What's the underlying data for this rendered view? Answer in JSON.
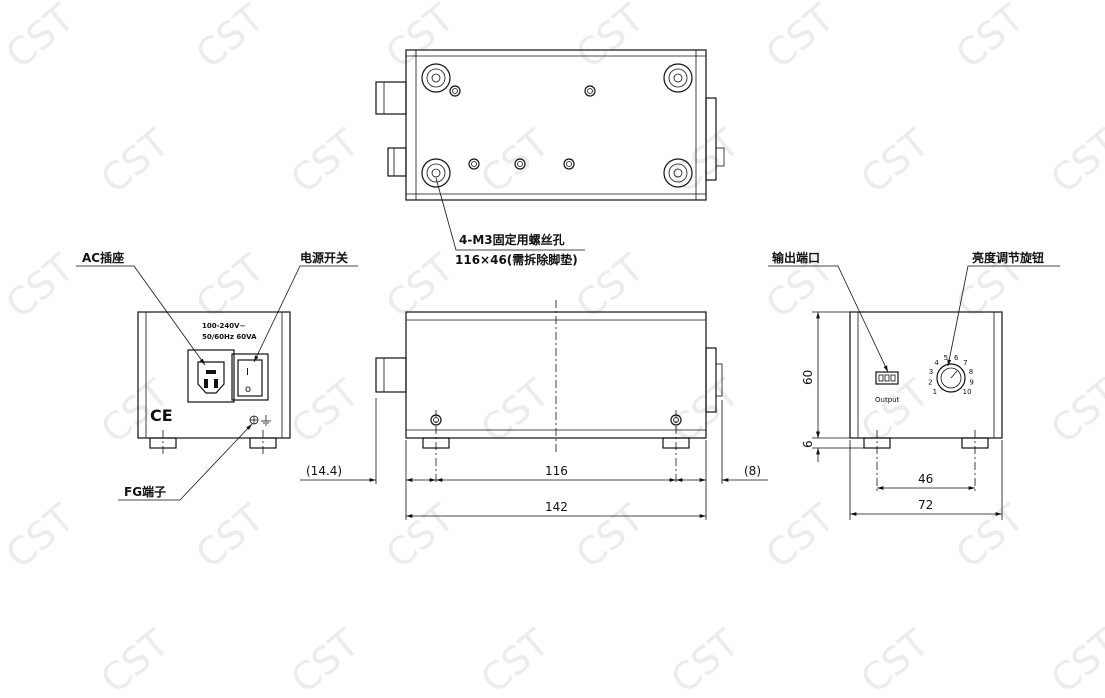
{
  "watermark": "CST",
  "labels": {
    "mount_holes": "4-M3固定用螺丝孔",
    "mount_size": "116×46(需拆除脚垫)",
    "ac_socket": "AC插座",
    "power_switch": "电源开关",
    "fg_terminal": "FG端子",
    "output_port": "输出端口",
    "brightness_knob": "亮度调节旋钮",
    "output_text": "Output",
    "rating_line1": "100-240V~",
    "rating_line2": "50/60Hz  60VA",
    "ce_mark": "CE",
    "switch_on": "I",
    "switch_off": "o"
  },
  "dimensions": {
    "left_offset": "(14.4)",
    "mount_spacing": "116",
    "right_offset": "(8)",
    "total_length": "142",
    "height": "60",
    "foot_height": "6",
    "foot_spacing": "46",
    "total_width": "72"
  },
  "knob_scale": [
    "1",
    "2",
    "3",
    "4",
    "5",
    "6",
    "7",
    "8",
    "9",
    "10"
  ]
}
